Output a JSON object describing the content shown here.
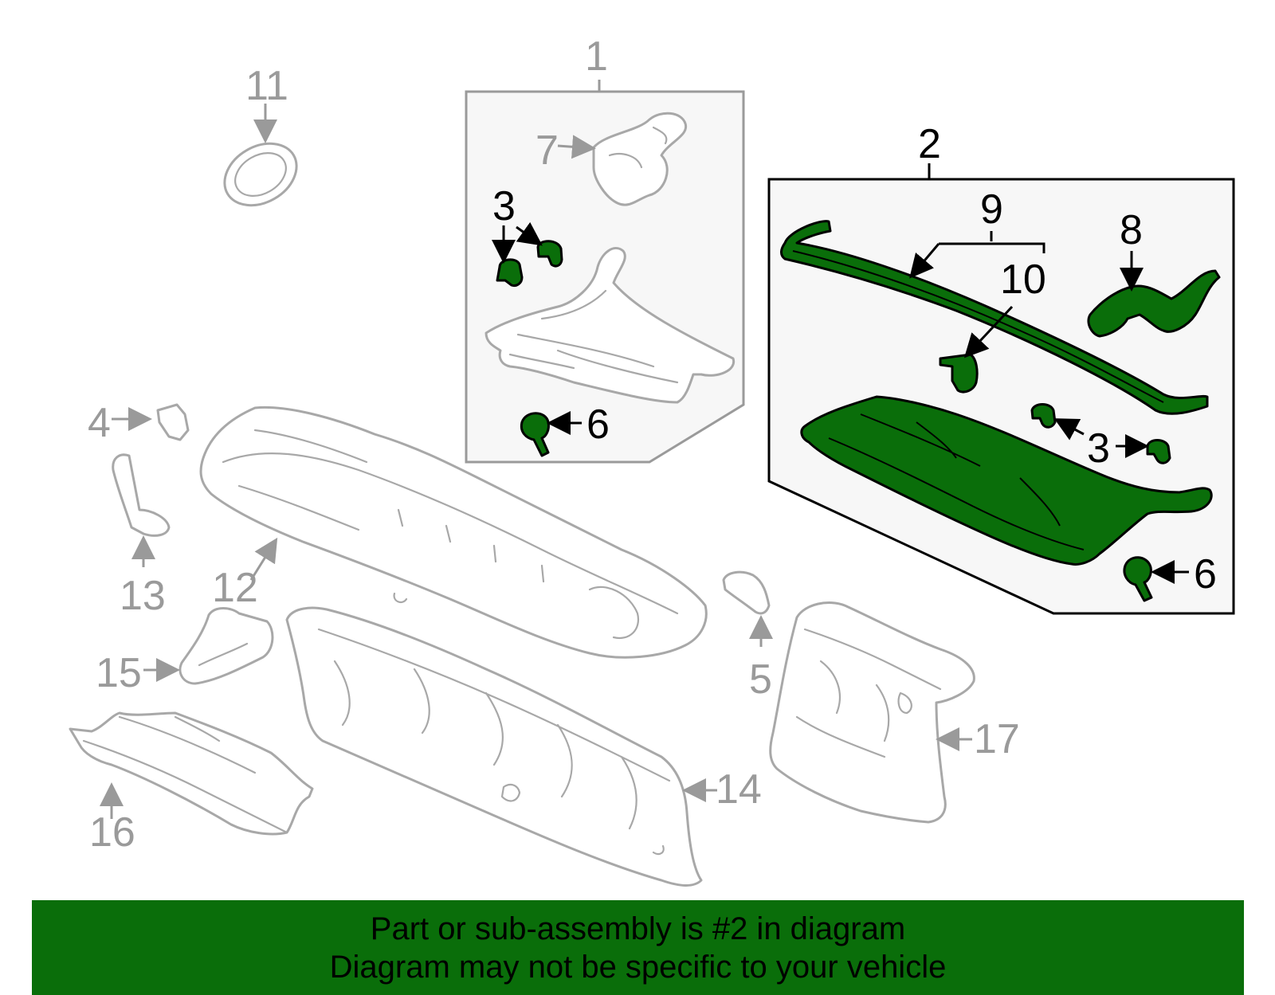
{
  "callouts": {
    "c1": "1",
    "c2": "2",
    "c3a": "3",
    "c3b": "3",
    "c4": "4",
    "c5": "5",
    "c6a": "6",
    "c6b": "6",
    "c7": "7",
    "c8": "8",
    "c9": "9",
    "c10": "10",
    "c11": "11",
    "c12": "12",
    "c13": "13",
    "c14": "14",
    "c15": "15",
    "c16": "16",
    "c17": "17"
  },
  "banner": {
    "line1": "Part or sub-assembly is #2 in diagram",
    "line2": "Diagram may not be specific to your vehicle"
  },
  "colors": {
    "highlight": "#0a6e0a",
    "secondary_parts": "#a8a8a8",
    "background": "#ffffff"
  }
}
